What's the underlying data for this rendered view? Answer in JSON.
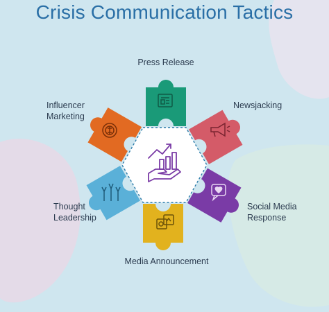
{
  "title": "Crisis Communication Tactics",
  "tactics": [
    {
      "label": "Press Release",
      "color": "#1a9a78",
      "icon": "newspaper-icon"
    },
    {
      "label": "Newsjacking",
      "color": "#d45b68",
      "icon": "megaphone-icon"
    },
    {
      "label_line1": "Social Media",
      "label_line2": "Response",
      "color": "#7a3ba6",
      "icon": "heart-chat-icon"
    },
    {
      "label": "Media Announcement",
      "color": "#e2b21e",
      "icon": "media-posts-icon"
    },
    {
      "label_line1": "Thought",
      "label_line2": "Leadership",
      "color": "#5ab0d8",
      "icon": "hands-raised-icon"
    },
    {
      "label_line1": "Influencer",
      "label_line2": "Marketing",
      "color": "#e26a22",
      "icon": "target-dollar-icon"
    }
  ],
  "center_icon": "growth-chart-hand-icon"
}
